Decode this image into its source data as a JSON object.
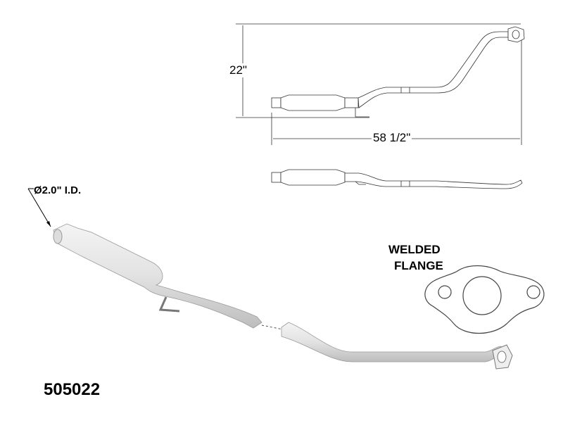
{
  "dimensions": {
    "height": "22\"",
    "length": "58 1/2\""
  },
  "callout": {
    "diameter": "Ø2.0\" I.D."
  },
  "flange": {
    "line1": "WELDED",
    "line2": "FLANGE"
  },
  "part_number": "505022"
}
